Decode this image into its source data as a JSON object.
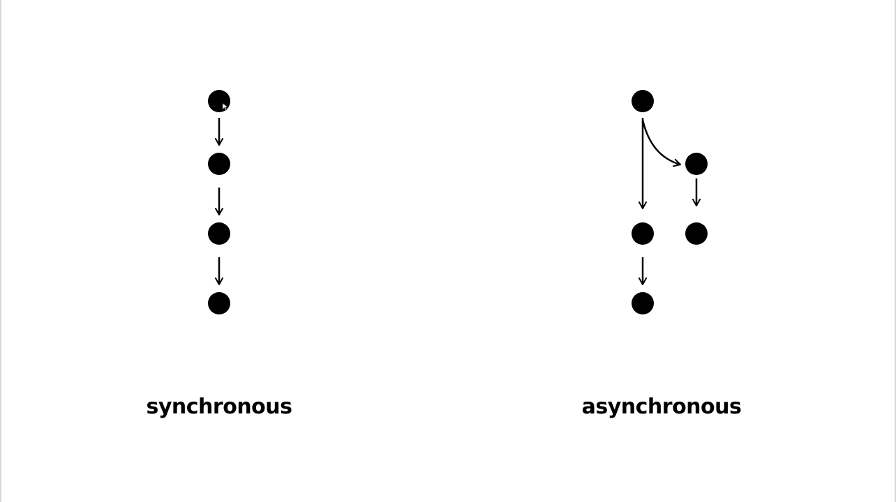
{
  "colors": {
    "node": "#000000",
    "edge": "#000000",
    "background": "#ffffff",
    "frame": "#d8d8d8"
  },
  "diagrams": [
    {
      "id": "sync",
      "caption": "synchronous",
      "nodes": [
        "s1",
        "s2",
        "s3",
        "s4"
      ],
      "edges": [
        [
          "s1",
          "s2"
        ],
        [
          "s2",
          "s3"
        ],
        [
          "s3",
          "s4"
        ]
      ]
    },
    {
      "id": "async",
      "caption": "asynchronous",
      "nodes": [
        "a1",
        "a2",
        "a3",
        "a4",
        "a5"
      ],
      "edges": [
        [
          "a1",
          "a3"
        ],
        [
          "a1",
          "a4"
        ],
        [
          "a4",
          "a5"
        ],
        [
          "a3",
          "a2"
        ]
      ]
    }
  ],
  "icons": {
    "cursor": "mouse-pointer-icon"
  }
}
